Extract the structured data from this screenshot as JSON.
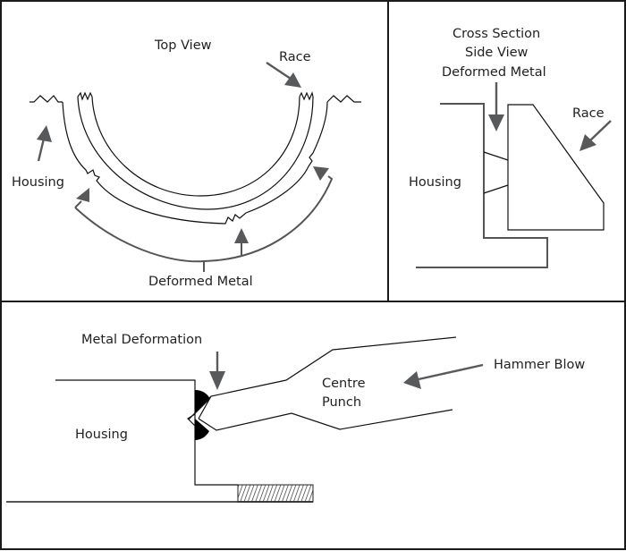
{
  "panels": {
    "top_view": {
      "title": "Top View",
      "labels": {
        "race": "Race",
        "housing": "Housing",
        "deformed_metal": "Deformed Metal"
      }
    },
    "cross_section": {
      "title_lines": [
        "Cross Section",
        "Side View",
        "Deformed Metal"
      ],
      "labels": {
        "race": "Race",
        "housing": "Housing"
      }
    },
    "punch_view": {
      "labels": {
        "metal_deformation": "Metal Deformation",
        "centre_punch_line1": "Centre",
        "centre_punch_line2": "Punch",
        "hammer_blow": "Hammer Blow",
        "housing": "Housing"
      }
    }
  },
  "colors": {
    "arrow": "#58595b",
    "ink": "#111111",
    "frame": "#1a1a1a",
    "deformation_fill": "#000000"
  }
}
